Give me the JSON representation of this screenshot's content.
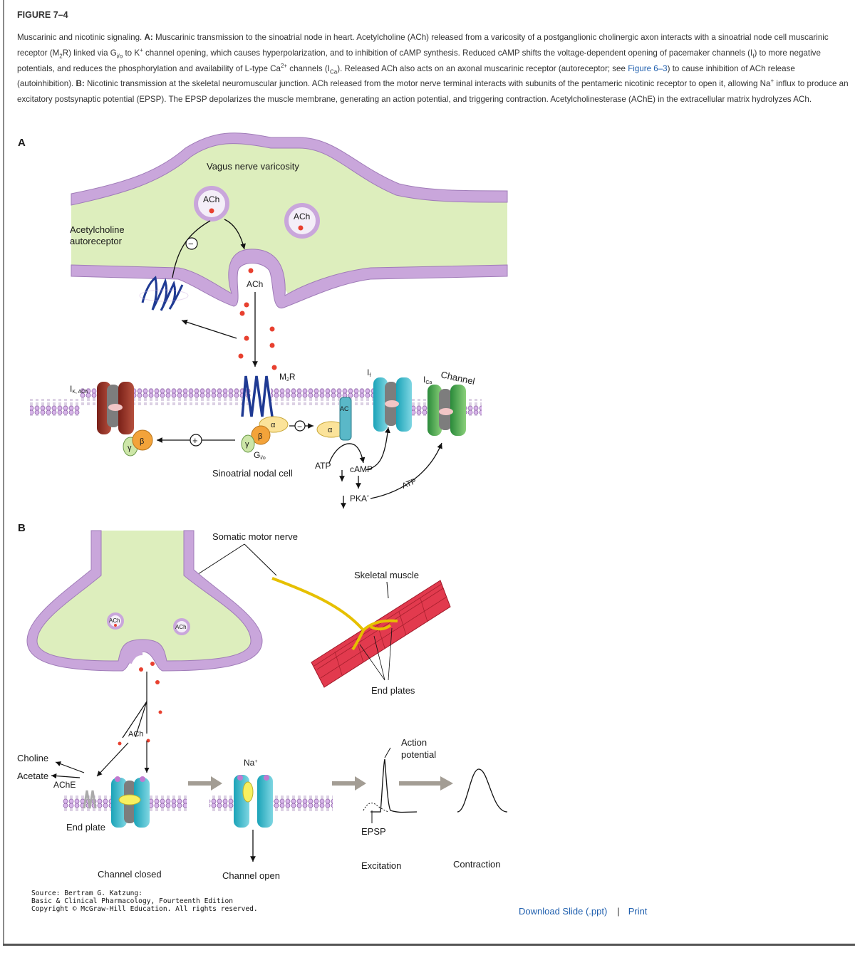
{
  "figure_label": "FIGURE 7–4",
  "caption": {
    "intro": "Muscarinic and nicotinic signaling. ",
    "a_label": "A:",
    "a_text_1": " Muscarinic transmission to the sinoatrial node in heart. Acetylcholine (ACh) released from a varicosity of a postganglionic cholinergic axon interacts with a sinoatrial node cell muscarinic receptor (M",
    "m2_sub": "2",
    "a_text_2": "R) linked via G",
    "gio_sub": "i/o",
    "a_text_3": " to K",
    "plus": "+",
    "a_text_4": " channel opening, which causes hyperpolarization, and to inhibition of cAMP synthesis. Reduced cAMP shifts the voltage-dependent opening of pacemaker channels (I",
    "if_sub": "f",
    "a_text_5": ") to more negative potentials, and reduces the phosphorylation and availability of L-type Ca",
    "ca_sup": "2+",
    "a_text_6": " channels (I",
    "ica_sub": "Ca",
    "a_text_7": "). Released ACh also acts on an axonal muscarinic receptor (autoreceptor; see ",
    "link_text": "Figure 6–3",
    "a_text_8": ") to cause inhibition of ACh release (autoinhibition). ",
    "b_label": "B:",
    "b_text_1": " Nicotinic transmission at the skeletal neuromuscular junction. ACh released from the motor nerve terminal interacts with subunits of the pentameric nicotinic receptor to open it, allowing Na",
    "na_sup": "+",
    "b_text_2": " influx to produce an excitatory postsynaptic potential (EPSP). The EPSP depolarizes the muscle membrane, generating an action potential, and triggering contraction. Acetylcholinesterase (AChE) in the extracellular matrix hydrolyzes ACh."
  },
  "panel_a": {
    "letter": "A",
    "vagus": "Vagus nerve varicosity",
    "ach": "ACh",
    "autoreceptor_line1": "Acetylcholine",
    "autoreceptor_line2": "autoreceptor",
    "minus": "−",
    "plus": "+",
    "ik": "I",
    "ik_sub": "K, ACh",
    "m2r": "M",
    "m2r_sub": "2",
    "m2r_r": "R",
    "alpha": "α",
    "beta": "β",
    "gamma": "γ",
    "gio": "G",
    "gio_sub": "i/o",
    "ac": "AC",
    "atp": "ATP",
    "camp": "cAMP",
    "pka": "PKA",
    "pka_star": "*",
    "if": "I",
    "if_sub": "f",
    "ica": "I",
    "ica_sub": "Ca",
    "channel": "Channel",
    "cell": "Sinoatrial nodal cell"
  },
  "panel_b": {
    "letter": "B",
    "motor_nerve": "Somatic motor nerve",
    "skeletal_muscle": "Skeletal muscle",
    "end_plates": "End plates",
    "ach": "ACh",
    "choline": "Choline",
    "acetate": "Acetate",
    "ache": "AChE",
    "end_plate": "End plate",
    "na": "Na",
    "na_sup": "+",
    "action_potential_1": "Action",
    "action_potential_2": "potential",
    "epsp": "EPSP",
    "channel_closed": "Channel closed",
    "channel_open": "Channel open",
    "excitation": "Excitation",
    "contraction": "Contraction"
  },
  "source": {
    "line1": "Source: Bertram G. Katzung:",
    "line2": "Basic & Clinical Pharmacology, Fourteenth Edition",
    "line3": "Copyright © McGraw-Hill Education. All rights reserved."
  },
  "links": {
    "download": "Download Slide (.ppt)",
    "separator": "|",
    "print": "Print"
  },
  "colors": {
    "membrane": "#c9a6db",
    "cytoplasm": "#ddeebd",
    "receptor": "#1f3a93",
    "ach_dot": "#e8402f",
    "muscle": "#e23a4e",
    "nerve": "#f0d21a",
    "link": "#1f5fae"
  }
}
